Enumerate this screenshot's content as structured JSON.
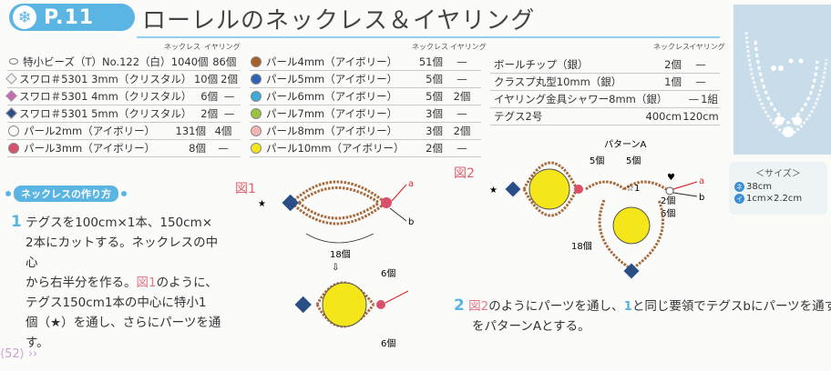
{
  "header": {
    "page_no": "P.11",
    "title": "ローレルのネックレス＆イヤリング"
  },
  "table_headers": {
    "necklace": "ネックレス",
    "earring": "イヤリング"
  },
  "materials_col1": [
    {
      "name": "特小ビーズ（T）No.122（白）",
      "q1": "1040個",
      "q2": "86個",
      "icon": "oval",
      "color": "#ffffff"
    },
    {
      "name": "スワロ＃5301 3mm（クリスタル）",
      "q1": "10個",
      "q2": "2個",
      "icon": "diamond",
      "color": "#f3f3f3"
    },
    {
      "name": "スワロ＃5301 4mm（クリスタル）",
      "q1": "6個",
      "q2": "—",
      "icon": "diamond",
      "color": "#c86ab8"
    },
    {
      "name": "スワロ＃5301 5mm（クリスタル）",
      "q1": "2個",
      "q2": "—",
      "icon": "diamond",
      "color": "#2a4f87"
    },
    {
      "name": "パール2mm（アイボリー）",
      "q1": "131個",
      "q2": "4個",
      "icon": "dot",
      "color": "#ffffff"
    },
    {
      "name": "パール3mm（アイボリー）",
      "q1": "8個",
      "q2": "—",
      "icon": "dot",
      "color": "#d9506a"
    }
  ],
  "materials_col2": [
    {
      "name": "パール4mm（アイボリー）",
      "q1": "51個",
      "q2": "—",
      "icon": "dot",
      "color": "#a8602a"
    },
    {
      "name": "パール5mm（アイボリー）",
      "q1": "5個",
      "q2": "—",
      "icon": "dot",
      "color": "#2c63b5"
    },
    {
      "name": "パール6mm（アイボリー）",
      "q1": "5個",
      "q2": "2個",
      "icon": "dot",
      "color": "#3fa9d8"
    },
    {
      "name": "パール7mm（アイボリー）",
      "q1": "3個",
      "q2": "—",
      "icon": "dot",
      "color": "#9cc23e"
    },
    {
      "name": "パール8mm（アイボリー）",
      "q1": "3個",
      "q2": "2個",
      "icon": "dot",
      "color": "#f5b5b5"
    },
    {
      "name": "パール10mm（アイボリー）",
      "q1": "2個",
      "q2": "—",
      "icon": "dot",
      "color": "#f5e61a"
    }
  ],
  "materials_col3": [
    {
      "name": "ボールチップ（銀）",
      "q1": "2個",
      "q2": "—"
    },
    {
      "name": "クラスプ丸型10mm（銀）",
      "q1": "1個",
      "q2": "—"
    },
    {
      "name": "イヤリング金具シャワー8mm（銀）",
      "q1": "—",
      "q2": "1組"
    },
    {
      "name": "テグス2号",
      "q1": "400cm",
      "q2": "120cm"
    }
  ],
  "size": {
    "title": "＜サイズ＞",
    "necklace_mark": "ネ",
    "necklace_value": "38cm",
    "earring_mark": "イ",
    "earring_value": "1cm×2.2cm"
  },
  "section_title": "ネックレスの作り方",
  "step1": {
    "num": "1",
    "lines": [
      "テグスを100cm×1本、150cm×",
      "2本にカットする。ネックレスの中心",
      "から右半分を作る。",
      "のように、",
      "テグス150cm1本の中心に特小1",
      "個（★）を通し、さらにパーツを通す。"
    ],
    "ref": "図1"
  },
  "step2": {
    "num": "2",
    "ref": "図2",
    "text1": "のようにパーツを通し、",
    "num_ref": "1",
    "text2": "と同じ要領でテグスbにパーツを通す。こ",
    "line2": "をパターンAとする。"
  },
  "fig1": {
    "label": "図1",
    "a": "a",
    "b": "b",
    "count18": "18個",
    "count6a": "6個",
    "count6b": "6個",
    "star": "★"
  },
  "fig2": {
    "label": "図2",
    "pattern": "パターンA",
    "c5a": "5個",
    "c5b": "5個",
    "c2": "2個",
    "c6": "6個",
    "c18": "18個",
    "a": "a",
    "b": "b",
    "star": "★",
    "star_w": "☆1",
    "heart": "♥"
  },
  "footer": {
    "page": "52"
  },
  "colors": {
    "accent": "#5bb5e3",
    "ref_red": "#e06070"
  }
}
